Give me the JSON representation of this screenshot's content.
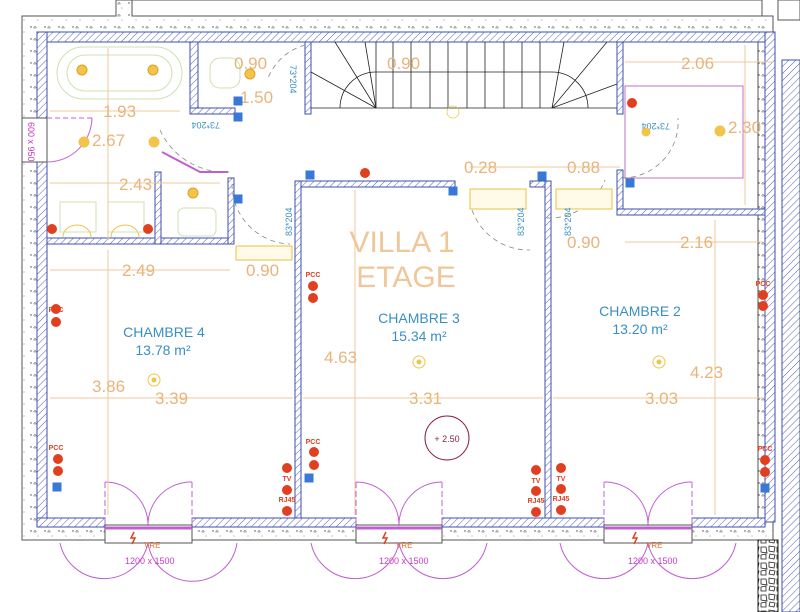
{
  "plan": {
    "title_line1": "VILLA 1",
    "title_line2": "ETAGE",
    "colors": {
      "dimension": "#e8b47a",
      "room_label": "#3a8fc4",
      "wall_outline": "#3f4fb0",
      "window": "#c060d0",
      "electrical": "#e04020",
      "switch": "#3a78d8"
    },
    "rooms": [
      {
        "name": "CHAMBRE 4",
        "area": "13.78 m²"
      },
      {
        "name": "CHAMBRE 3",
        "area": "15.34 m²"
      },
      {
        "name": "CHAMBRE 2",
        "area": "13.20 m²"
      }
    ],
    "dimensions": {
      "bath_width": "1.93",
      "bath_height": "2.67",
      "bath_lower": "2.43",
      "wc_width": "0.90",
      "wc_depth": "1.50",
      "stair_width": "0.90",
      "dressing_width": "2.06",
      "dressing_height": "2.30",
      "hall_028": "0.28",
      "hall_088": "0.88",
      "ch4_top": "2.49",
      "ch4_door": "0.90",
      "ch4_height": "3.86",
      "ch4_width": "3.39",
      "ch3_height": "4.63",
      "ch3_width": "3.31",
      "ch2_door": "0.90",
      "ch2_top": "2.16",
      "ch2_height": "4.23",
      "ch2_width": "3.03"
    },
    "door_labels": {
      "bath_door": "73*204",
      "wc_door": "73*204",
      "dressing_door": "73*204",
      "ch4_door": "83*204",
      "ch3_door": "83*204",
      "ch2_door": "83*204"
    },
    "window_labels": {
      "bath_window": "600 x 950",
      "bay1": "1200 x 1500",
      "bay2": "1200 x 1500",
      "bay3": "1200 x 1500"
    },
    "vre_label": "VRE",
    "pcc_label": "PCC",
    "tv_label": "TV",
    "rj45_label": "RJ45",
    "level_mark": "+ 2.50"
  }
}
